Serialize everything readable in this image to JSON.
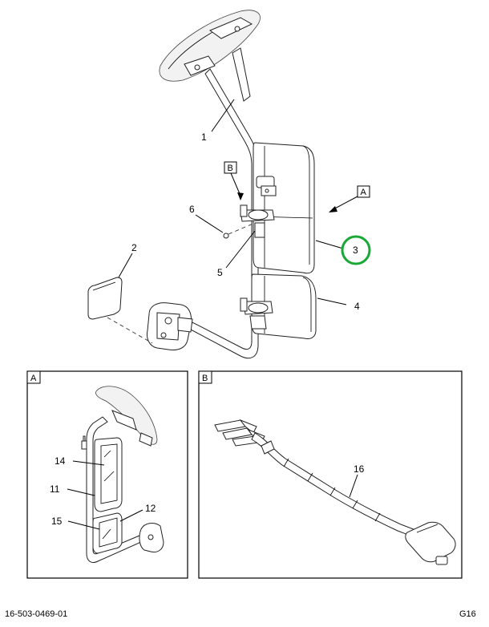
{
  "callouts": {
    "c1": "1",
    "c2": "2",
    "c3": "3",
    "c4": "4",
    "c5": "5",
    "c6": "6",
    "c11": "11",
    "c12": "12",
    "c14": "14",
    "c15": "15",
    "c16": "16"
  },
  "view_labels": {
    "a_top": "A",
    "b_top": "B",
    "a_box": "A",
    "b_box": "B"
  },
  "footer": {
    "doc_number": "16-503-0469-01",
    "page_code": "G16"
  },
  "colors": {
    "line": "#000000",
    "highlight_circle": "#1aa834",
    "background": "#ffffff"
  }
}
